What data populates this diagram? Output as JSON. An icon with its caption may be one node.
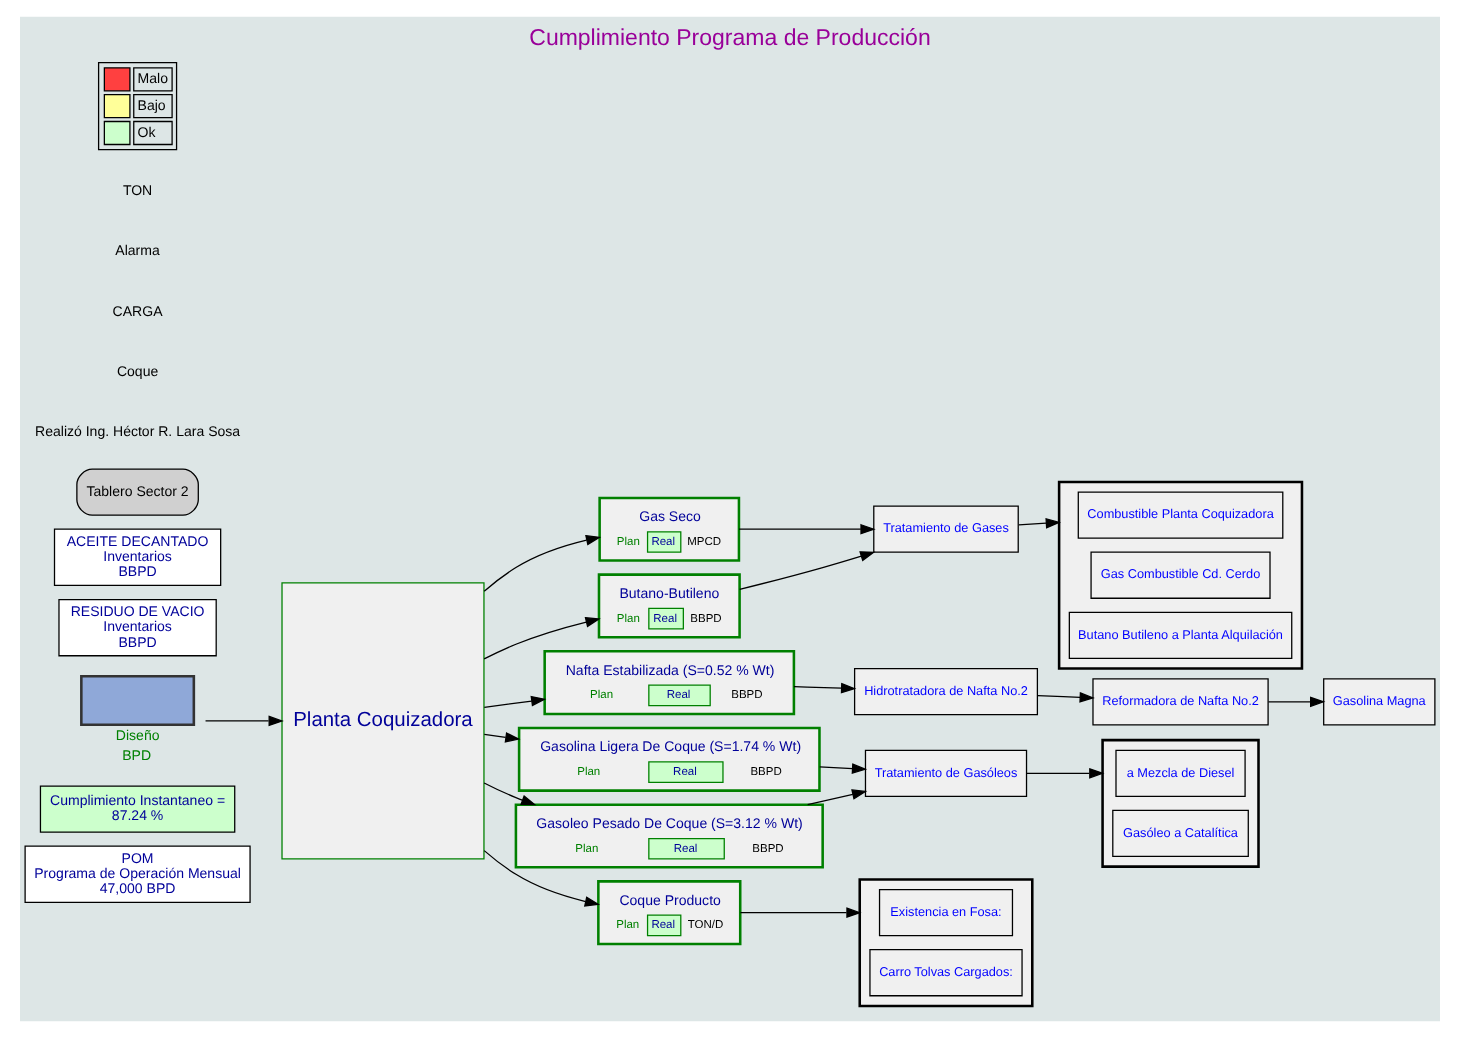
{
  "diagram": {
    "title": "Cumplimiento Programa de Producción",
    "nodes": [
      {
        "text": [
          "POM",
          "Programa de Operación Mensual",
          "47,000 BPD"
        ]
      },
      {
        "text": [
          "Cumplimiento Instantaneo =",
          "87.24 %"
        ]
      },
      {
        "text": [],
        "shape": "box",
        "beside": [
          "Diseño",
          "BPD"
        ]
      },
      {
        "text": [
          "RESIDUO DE VACIO",
          "Inventarios",
          "BBPD"
        ]
      },
      {
        "text": [
          "ACEITE DECANTADO",
          "Inventarios",
          "BBPD"
        ]
      },
      {
        "text": [
          "Planta Coquizadora"
        ]
      },
      {
        "text": [
          "Gas Seco",
          "Plan",
          "Real",
          "MPCD"
        ]
      },
      {
        "text": [
          "Butano-Butileno",
          "Plan",
          "Real",
          "BBPD"
        ]
      },
      {
        "text": [
          "Nafta Estabilizada (S=0.52 % Wt)",
          "Plan",
          "Real",
          "BBPD"
        ]
      },
      {
        "text": [
          "Gasolina Ligera De Coque (S=1.74 % Wt)",
          "Plan",
          "Real",
          "BBPD"
        ]
      },
      {
        "text": [
          "Gasoleo Pesado De Coque (S=3.12 % Wt)",
          "Plan",
          "Real",
          "BBPD"
        ]
      },
      {
        "text": [
          "Coque Producto",
          "Plan",
          "Real",
          "TON/D"
        ]
      },
      {
        "text": [
          "Tratamiento de Gases"
        ]
      },
      {
        "text": [],
        "shape": "box"
      },
      {
        "text": [
          "Combustible Planta Coquizadora"
        ],
        "in": 13
      },
      {
        "text": [
          "Gas Combustible Cd. Cerdo"
        ],
        "in": 13
      },
      {
        "text": [
          "Butano Butileno a Planta Alquilación"
        ],
        "in": 13
      },
      {
        "text": [
          "Hidrotratadora de Nafta No.2"
        ]
      },
      {
        "text": [
          "Reformadora de Nafta No.2"
        ]
      },
      {
        "text": [
          "Gasolina Magna"
        ]
      },
      {
        "text": [
          "Tratamiento de Gasóleos"
        ]
      },
      {
        "text": [],
        "shape": "box"
      },
      {
        "text": [
          "a Mezcla de Diesel"
        ],
        "in": 21
      },
      {
        "text": [
          "Gasóleo a Catalítica"
        ],
        "in": 21
      },
      {
        "text": [],
        "shape": "box"
      },
      {
        "text": [
          "Existencia en Fosa:"
        ],
        "in": 24
      },
      {
        "text": [
          "Carro Tolvas Cargados:"
        ],
        "in": 24
      },
      {
        "text": [
          "Tablero Sector 2"
        ]
      }
    ],
    "edges": [
      {
        "from": 2,
        "to": 5,
        "arrow": "to"
      },
      {
        "from": 5,
        "to": 6,
        "arrow": "to"
      },
      {
        "from": 5,
        "to": 7,
        "arrow": "to"
      },
      {
        "from": 5,
        "to": 8,
        "arrow": "to"
      },
      {
        "from": 5,
        "to": 9,
        "arrow": "to"
      },
      {
        "from": 5,
        "to": 10,
        "arrow": "to"
      },
      {
        "from": 5,
        "to": 11,
        "arrow": "to"
      },
      {
        "from": 6,
        "to": 12,
        "arrow": "to"
      },
      {
        "from": 7,
        "to": 12,
        "arrow": "to"
      },
      {
        "from": 12,
        "to": 13,
        "arrow": "to"
      },
      {
        "from": 8,
        "to": 17,
        "arrow": "to"
      },
      {
        "from": 17,
        "to": 18,
        "arrow": "to"
      },
      {
        "from": 18,
        "to": 19,
        "arrow": "to"
      },
      {
        "from": 9,
        "to": 20,
        "arrow": "to"
      },
      {
        "from": 10,
        "to": 20,
        "arrow": "to"
      },
      {
        "from": 20,
        "to": 21,
        "arrow": "to"
      },
      {
        "from": 11,
        "to": 24,
        "arrow": "to"
      }
    ],
    "labels": [
      "Realizó Ing. Héctor R. Lara Sosa",
      "Coque",
      "CARGA",
      "Alarma",
      "TON"
    ],
    "legend": [
      {
        "text": "Malo",
        "color": "#ff4040"
      },
      {
        "text": "Bajo",
        "color": "#ffff99"
      },
      {
        "text": "Ok",
        "color": "#ccffcc"
      }
    ]
  }
}
